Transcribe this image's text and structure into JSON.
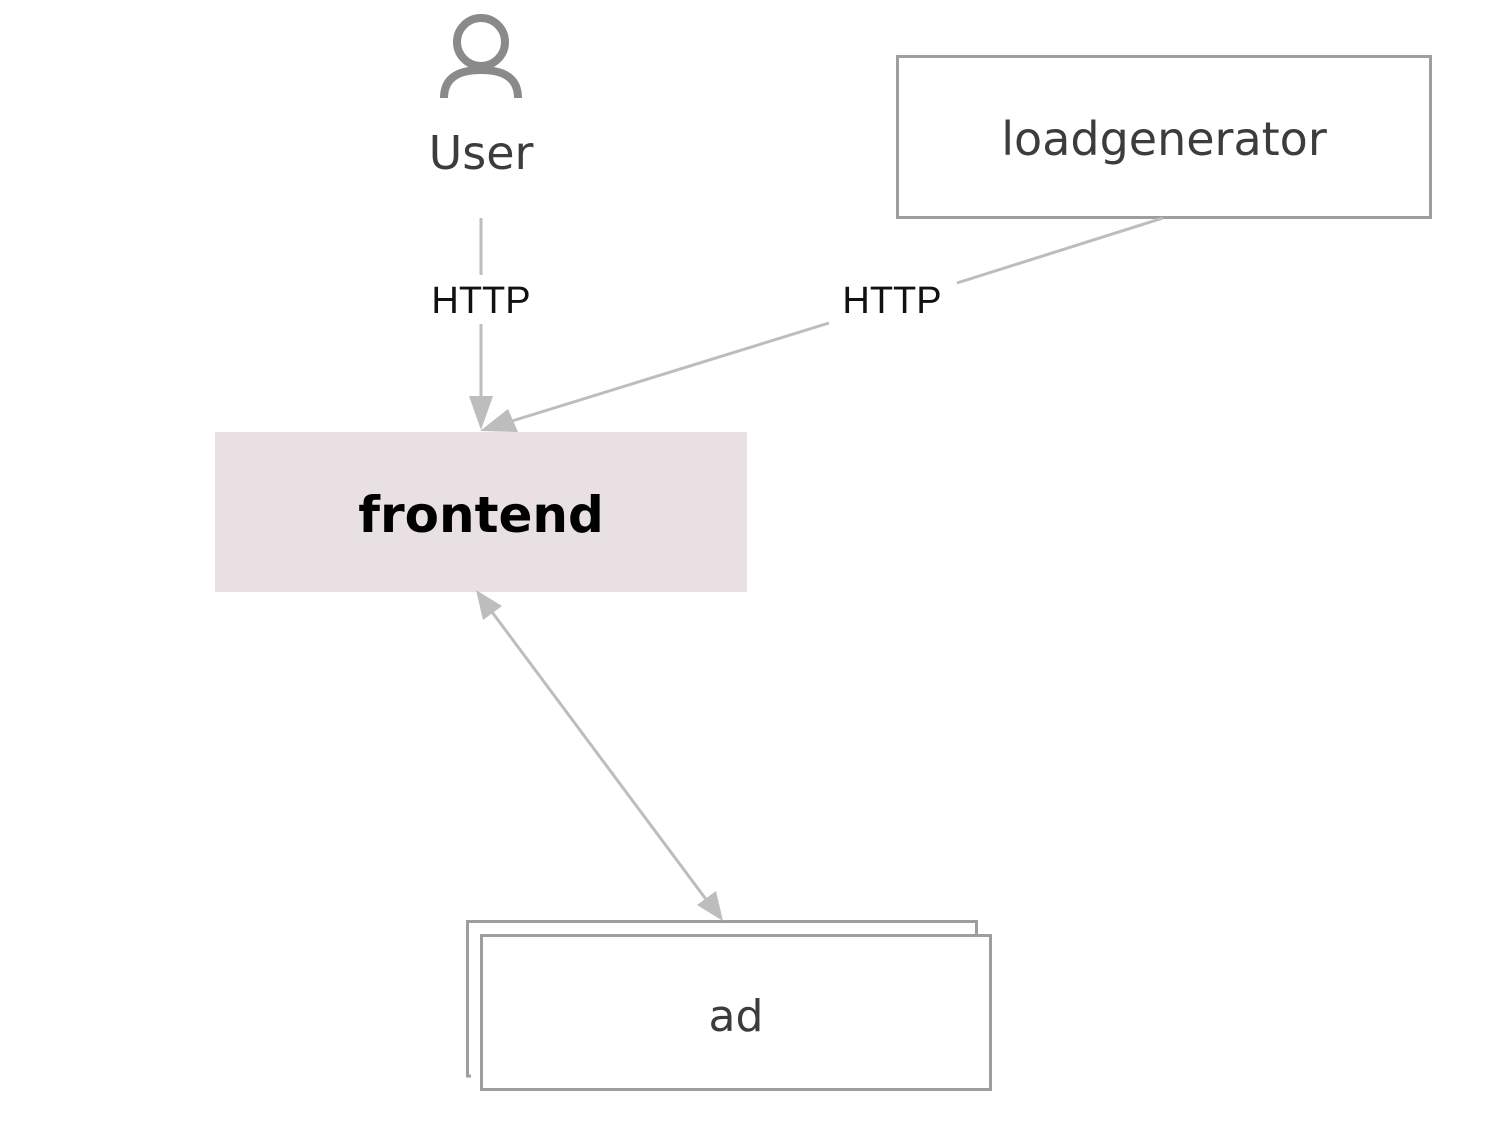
{
  "nodes": {
    "user": {
      "label": "User",
      "icon": "user-icon"
    },
    "loadgenerator": {
      "label": "loadgenerator"
    },
    "frontend": {
      "label": "frontend"
    },
    "ad": {
      "label": "ad"
    }
  },
  "edges": {
    "user_to_frontend": {
      "label": "HTTP"
    },
    "loadgenerator_to_frontend": {
      "label": "HTTP"
    },
    "frontend_ad": {
      "label": ""
    }
  },
  "colors": {
    "frontend_fill": "#e8e0e3",
    "box_stroke": "#9e9e9e",
    "edge": "#bdbdbd",
    "icon": "#8a8a8a"
  }
}
